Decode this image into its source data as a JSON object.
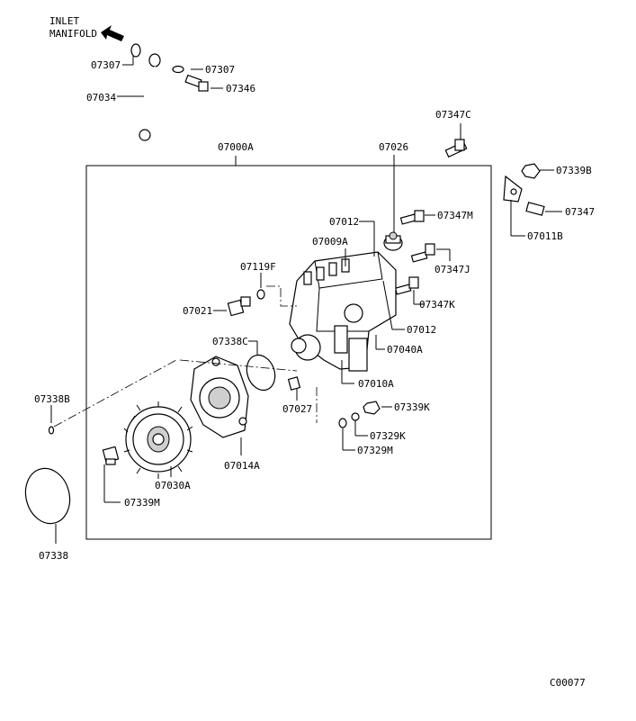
{
  "header": {
    "inlet_line1": "INLET",
    "inlet_line2": "MANIFOLD"
  },
  "frame": {
    "assembly_label": "07000A"
  },
  "parts": [
    "07307",
    "07307",
    "07034",
    "07346",
    "07347C",
    "07026",
    "07339B",
    "07347",
    "07011B",
    "07012",
    "07347M",
    "07009A",
    "07347J",
    "07119F",
    "07347K",
    "07021",
    "07012",
    "07338C",
    "07040A",
    "07010A",
    "07338B",
    "07027",
    "07339K",
    "07329K",
    "07329M",
    "07014A",
    "07030A",
    "07339M",
    "07338"
  ],
  "footer": {
    "drawing_code": "C00077"
  }
}
